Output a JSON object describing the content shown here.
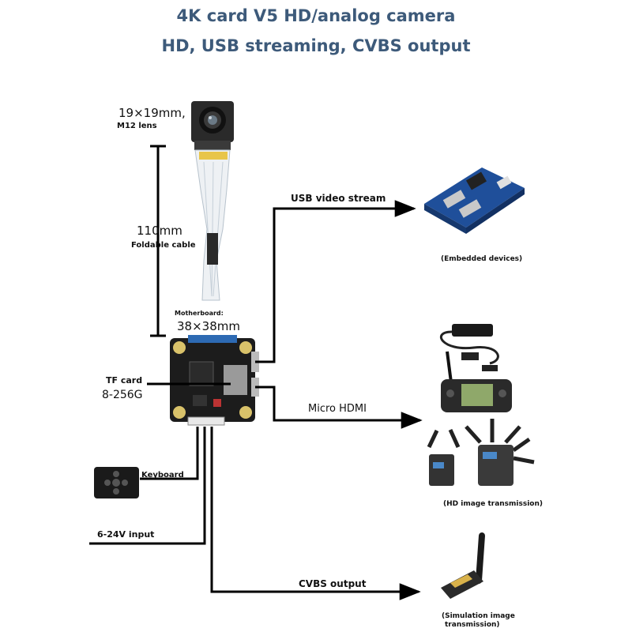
{
  "header": {
    "title_line1": "4K card V5 HD/analog camera",
    "title_line2": "HD, USB streaming, CVBS output"
  },
  "lens": {
    "size": "19×19mm,",
    "type": "M12 lens"
  },
  "cable": {
    "length": "110mm",
    "type": "Foldable cable"
  },
  "board": {
    "prefix": "Motherboard:",
    "size": "38×38mm"
  },
  "tf_card": {
    "label": "TF card",
    "capacity": "8-256G"
  },
  "outputs": {
    "usb": "USB video stream",
    "hdmi": "Micro HDMI",
    "cvbs": "CVBS output"
  },
  "inputs": {
    "keyboard": "Keyboard",
    "power": "6-24V input"
  },
  "devices": {
    "embedded": "(Embedded devices)",
    "hd_transmission": "(HD image transmission)",
    "sim_line1": "(Simulation image",
    "sim_line2": "transmission)"
  },
  "colors": {
    "title": "#3d5a7a",
    "board": "#1c1c1c",
    "arrow": "#000000"
  }
}
